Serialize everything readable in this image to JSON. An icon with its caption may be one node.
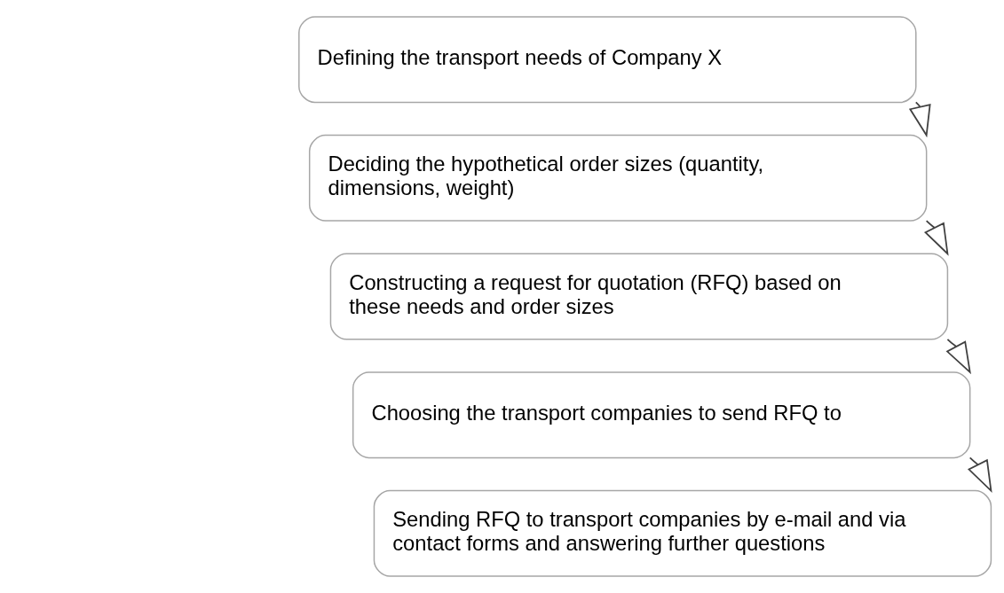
{
  "diagram": {
    "nodes": [
      {
        "text": [
          "Defining the transport needs of Company X"
        ]
      },
      {
        "text": [
          "Deciding the hypothetical order sizes (quantity, dimensions, weight)"
        ]
      },
      {
        "text": [
          "Constructing a request for quotation (RFQ) based on these needs and order sizes"
        ]
      },
      {
        "text": [
          "Choosing the transport companies to send RFQ to"
        ]
      },
      {
        "text": [
          "Sending RFQ to transport companies by e-mail and via contact forms and answering further questions"
        ]
      }
    ],
    "edges": [
      {
        "from": 0,
        "to": 1,
        "arrow": "to"
      },
      {
        "from": 1,
        "to": 2,
        "arrow": "to"
      },
      {
        "from": 2,
        "to": 3,
        "arrow": "to"
      },
      {
        "from": 3,
        "to": 4,
        "arrow": "to"
      }
    ]
  }
}
